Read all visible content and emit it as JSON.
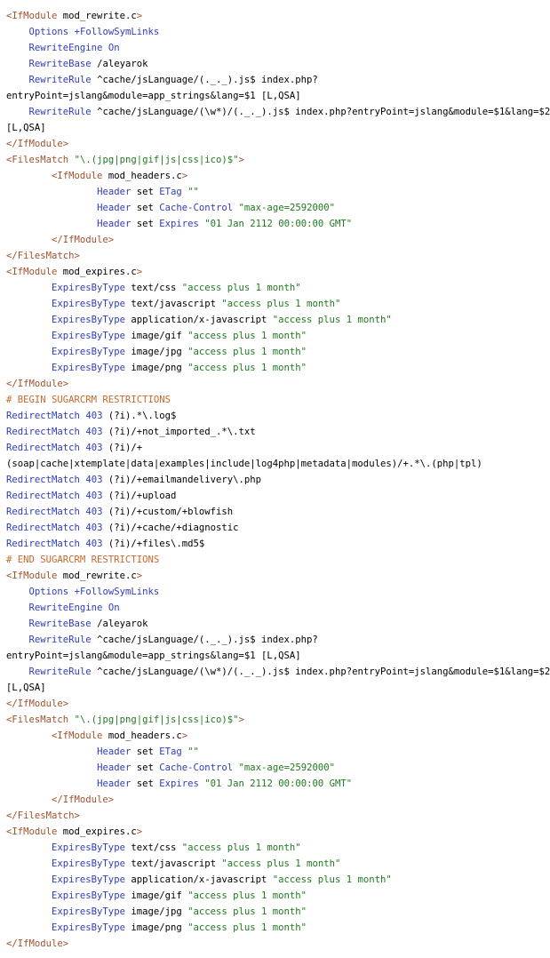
{
  "colors": {
    "tag": "#a0522d",
    "directive": "#2e3cbf",
    "string": "#1f7a1f",
    "keyword": "#2e3cbf",
    "comment": "#c8682b",
    "plain": "#000000"
  },
  "lines": [
    [
      [
        "tag",
        "<IfModule"
      ],
      [
        "plain",
        " mod_rewrite.c"
      ],
      [
        "tag",
        ">"
      ]
    ],
    [
      [
        "plain",
        "    "
      ],
      [
        "directive",
        "Options"
      ],
      [
        "plain",
        " "
      ],
      [
        "keyword",
        "+FollowSymLinks"
      ]
    ],
    [
      [
        "plain",
        "    "
      ],
      [
        "directive",
        "RewriteEngine"
      ],
      [
        "plain",
        " "
      ],
      [
        "keyword",
        "On"
      ]
    ],
    [
      [
        "plain",
        "    "
      ],
      [
        "directive",
        "RewriteBase"
      ],
      [
        "plain",
        " /aleyarok"
      ]
    ],
    [
      [
        "plain",
        "    "
      ],
      [
        "directive",
        "RewriteRule"
      ],
      [
        "plain",
        " ^cache/jsLanguage/(._._).js$ index.php?"
      ]
    ],
    [
      [
        "plain",
        "entryPoint=jslang&module=app_strings&lang=$1 [L,QSA]"
      ]
    ],
    [
      [
        "plain",
        "    "
      ],
      [
        "directive",
        "RewriteRule"
      ],
      [
        "plain",
        " ^cache/jsLanguage/(\\w*)/(._._).js$ index.php?entryPoint=jslang&module=$1&lang=$2"
      ]
    ],
    [
      [
        "plain",
        "[L,QSA]"
      ]
    ],
    [
      [
        "tag",
        "</IfModule>"
      ]
    ],
    [
      [
        "tag",
        "<FilesMatch"
      ],
      [
        "plain",
        " "
      ],
      [
        "string",
        "\"\\.(jpg|png|gif|js|css|ico)$\""
      ],
      [
        "tag",
        ">"
      ]
    ],
    [
      [
        "plain",
        "        "
      ],
      [
        "tag",
        "<IfModule"
      ],
      [
        "plain",
        " mod_headers.c"
      ],
      [
        "tag",
        ">"
      ]
    ],
    [
      [
        "plain",
        "                "
      ],
      [
        "directive",
        "Header"
      ],
      [
        "plain",
        " set "
      ],
      [
        "keyword",
        "ETag"
      ],
      [
        "plain",
        " "
      ],
      [
        "string",
        "\"\""
      ]
    ],
    [
      [
        "plain",
        "                "
      ],
      [
        "directive",
        "Header"
      ],
      [
        "plain",
        " set "
      ],
      [
        "keyword",
        "Cache-Control"
      ],
      [
        "plain",
        " "
      ],
      [
        "string",
        "\"max-age=2592000\""
      ]
    ],
    [
      [
        "plain",
        "                "
      ],
      [
        "directive",
        "Header"
      ],
      [
        "plain",
        " set "
      ],
      [
        "keyword",
        "Expires"
      ],
      [
        "plain",
        " "
      ],
      [
        "string",
        "\"01 Jan 2112 00:00:00 GMT\""
      ]
    ],
    [
      [
        "plain",
        "        "
      ],
      [
        "tag",
        "</IfModule>"
      ]
    ],
    [
      [
        "tag",
        "</FilesMatch>"
      ]
    ],
    [
      [
        "tag",
        "<IfModule"
      ],
      [
        "plain",
        " mod_expires.c"
      ],
      [
        "tag",
        ">"
      ]
    ],
    [
      [
        "plain",
        "        "
      ],
      [
        "directive",
        "ExpiresByType"
      ],
      [
        "plain",
        " text/css "
      ],
      [
        "string",
        "\"access plus 1 month\""
      ]
    ],
    [
      [
        "plain",
        "        "
      ],
      [
        "directive",
        "ExpiresByType"
      ],
      [
        "plain",
        " text/javascript "
      ],
      [
        "string",
        "\"access plus 1 month\""
      ]
    ],
    [
      [
        "plain",
        "        "
      ],
      [
        "directive",
        "ExpiresByType"
      ],
      [
        "plain",
        " application/x-javascript "
      ],
      [
        "string",
        "\"access plus 1 month\""
      ]
    ],
    [
      [
        "plain",
        "        "
      ],
      [
        "directive",
        "ExpiresByType"
      ],
      [
        "plain",
        " image/gif "
      ],
      [
        "string",
        "\"access plus 1 month\""
      ]
    ],
    [
      [
        "plain",
        "        "
      ],
      [
        "directive",
        "ExpiresByType"
      ],
      [
        "plain",
        " image/jpg "
      ],
      [
        "string",
        "\"access plus 1 month\""
      ]
    ],
    [
      [
        "plain",
        "        "
      ],
      [
        "directive",
        "ExpiresByType"
      ],
      [
        "plain",
        " image/png "
      ],
      [
        "string",
        "\"access plus 1 month\""
      ]
    ],
    [
      [
        "tag",
        "</IfModule>"
      ]
    ],
    [
      [
        "comment",
        "# BEGIN SUGARCRM RESTRICTIONS"
      ]
    ],
    [
      [
        "directive",
        "RedirectMatch"
      ],
      [
        "plain",
        " "
      ],
      [
        "keyword",
        "403"
      ],
      [
        "plain",
        " (?i).*\\.log$"
      ]
    ],
    [
      [
        "directive",
        "RedirectMatch"
      ],
      [
        "plain",
        " "
      ],
      [
        "keyword",
        "403"
      ],
      [
        "plain",
        " (?i)/+not_imported_.*\\.txt"
      ]
    ],
    [
      [
        "directive",
        "RedirectMatch"
      ],
      [
        "plain",
        " "
      ],
      [
        "keyword",
        "403"
      ],
      [
        "plain",
        " (?i)/+"
      ]
    ],
    [
      [
        "plain",
        "(soap|cache|xtemplate|data|examples|include|log4php|metadata|modules)/+.*\\.(php|tpl)"
      ]
    ],
    [
      [
        "directive",
        "RedirectMatch"
      ],
      [
        "plain",
        " "
      ],
      [
        "keyword",
        "403"
      ],
      [
        "plain",
        " (?i)/+emailmandelivery\\.php"
      ]
    ],
    [
      [
        "directive",
        "RedirectMatch"
      ],
      [
        "plain",
        " "
      ],
      [
        "keyword",
        "403"
      ],
      [
        "plain",
        " (?i)/+upload"
      ]
    ],
    [
      [
        "directive",
        "RedirectMatch"
      ],
      [
        "plain",
        " "
      ],
      [
        "keyword",
        "403"
      ],
      [
        "plain",
        " (?i)/+custom/+blowfish"
      ]
    ],
    [
      [
        "directive",
        "RedirectMatch"
      ],
      [
        "plain",
        " "
      ],
      [
        "keyword",
        "403"
      ],
      [
        "plain",
        " (?i)/+cache/+diagnostic"
      ]
    ],
    [
      [
        "directive",
        "RedirectMatch"
      ],
      [
        "plain",
        " "
      ],
      [
        "keyword",
        "403"
      ],
      [
        "plain",
        " (?i)/+files\\.md5$"
      ]
    ],
    [
      [
        "comment",
        "# END SUGARCRM RESTRICTIONS"
      ]
    ],
    [
      [
        "tag",
        "<IfModule"
      ],
      [
        "plain",
        " mod_rewrite.c"
      ],
      [
        "tag",
        ">"
      ]
    ],
    [
      [
        "plain",
        "    "
      ],
      [
        "directive",
        "Options"
      ],
      [
        "plain",
        " "
      ],
      [
        "keyword",
        "+FollowSymLinks"
      ]
    ],
    [
      [
        "plain",
        "    "
      ],
      [
        "directive",
        "RewriteEngine"
      ],
      [
        "plain",
        " "
      ],
      [
        "keyword",
        "On"
      ]
    ],
    [
      [
        "plain",
        "    "
      ],
      [
        "directive",
        "RewriteBase"
      ],
      [
        "plain",
        " /aleyarok"
      ]
    ],
    [
      [
        "plain",
        "    "
      ],
      [
        "directive",
        "RewriteRule"
      ],
      [
        "plain",
        " ^cache/jsLanguage/(._._).js$ index.php?"
      ]
    ],
    [
      [
        "plain",
        "entryPoint=jslang&module=app_strings&lang=$1 [L,QSA]"
      ]
    ],
    [
      [
        "plain",
        "    "
      ],
      [
        "directive",
        "RewriteRule"
      ],
      [
        "plain",
        " ^cache/jsLanguage/(\\w*)/(._._).js$ index.php?entryPoint=jslang&module=$1&lang=$2"
      ]
    ],
    [
      [
        "plain",
        "[L,QSA]"
      ]
    ],
    [
      [
        "tag",
        "</IfModule>"
      ]
    ],
    [
      [
        "tag",
        "<FilesMatch"
      ],
      [
        "plain",
        " "
      ],
      [
        "string",
        "\"\\.(jpg|png|gif|js|css|ico)$\""
      ],
      [
        "tag",
        ">"
      ]
    ],
    [
      [
        "plain",
        "        "
      ],
      [
        "tag",
        "<IfModule"
      ],
      [
        "plain",
        " mod_headers.c"
      ],
      [
        "tag",
        ">"
      ]
    ],
    [
      [
        "plain",
        "                "
      ],
      [
        "directive",
        "Header"
      ],
      [
        "plain",
        " set "
      ],
      [
        "keyword",
        "ETag"
      ],
      [
        "plain",
        " "
      ],
      [
        "string",
        "\"\""
      ]
    ],
    [
      [
        "plain",
        "                "
      ],
      [
        "directive",
        "Header"
      ],
      [
        "plain",
        " set "
      ],
      [
        "keyword",
        "Cache-Control"
      ],
      [
        "plain",
        " "
      ],
      [
        "string",
        "\"max-age=2592000\""
      ]
    ],
    [
      [
        "plain",
        "                "
      ],
      [
        "directive",
        "Header"
      ],
      [
        "plain",
        " set "
      ],
      [
        "keyword",
        "Expires"
      ],
      [
        "plain",
        " "
      ],
      [
        "string",
        "\"01 Jan 2112 00:00:00 GMT\""
      ]
    ],
    [
      [
        "plain",
        "        "
      ],
      [
        "tag",
        "</IfModule>"
      ]
    ],
    [
      [
        "tag",
        "</FilesMatch>"
      ]
    ],
    [
      [
        "tag",
        "<IfModule"
      ],
      [
        "plain",
        " mod_expires.c"
      ],
      [
        "tag",
        ">"
      ]
    ],
    [
      [
        "plain",
        "        "
      ],
      [
        "directive",
        "ExpiresByType"
      ],
      [
        "plain",
        " text/css "
      ],
      [
        "string",
        "\"access plus 1 month\""
      ]
    ],
    [
      [
        "plain",
        "        "
      ],
      [
        "directive",
        "ExpiresByType"
      ],
      [
        "plain",
        " text/javascript "
      ],
      [
        "string",
        "\"access plus 1 month\""
      ]
    ],
    [
      [
        "plain",
        "        "
      ],
      [
        "directive",
        "ExpiresByType"
      ],
      [
        "plain",
        " application/x-javascript "
      ],
      [
        "string",
        "\"access plus 1 month\""
      ]
    ],
    [
      [
        "plain",
        "        "
      ],
      [
        "directive",
        "ExpiresByType"
      ],
      [
        "plain",
        " image/gif "
      ],
      [
        "string",
        "\"access plus 1 month\""
      ]
    ],
    [
      [
        "plain",
        "        "
      ],
      [
        "directive",
        "ExpiresByType"
      ],
      [
        "plain",
        " image/jpg "
      ],
      [
        "string",
        "\"access plus 1 month\""
      ]
    ],
    [
      [
        "plain",
        "        "
      ],
      [
        "directive",
        "ExpiresByType"
      ],
      [
        "plain",
        " image/png "
      ],
      [
        "string",
        "\"access plus 1 month\""
      ]
    ],
    [
      [
        "tag",
        "</IfModule>"
      ]
    ]
  ]
}
